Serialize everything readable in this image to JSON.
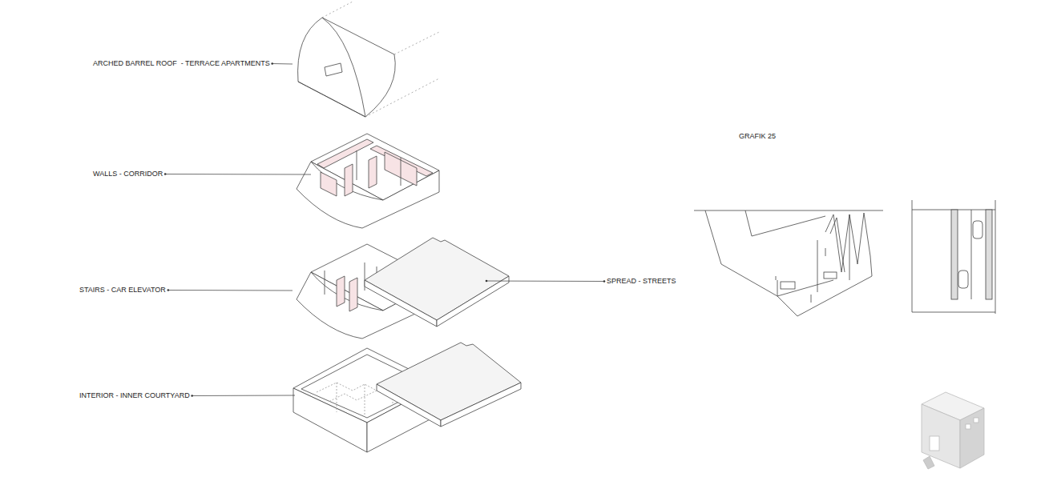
{
  "diagram": {
    "labels": [
      "ARCHED BARREL ROOF  - TERRACE APARTMENTS",
      "GRAFIK 25",
      "WALLS - CORRIDOR",
      "SPREAD - STREETS",
      "STAIRS - CAR ELEVATOR",
      "INTERIOR - INNER COURTYARD"
    ]
  }
}
